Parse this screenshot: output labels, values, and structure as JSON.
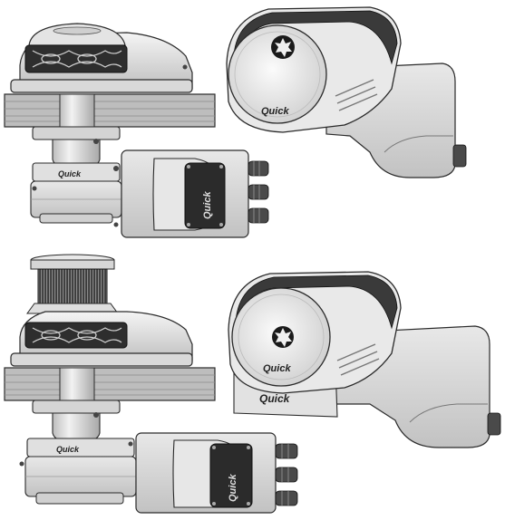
{
  "brand": {
    "logo_text": "Quick",
    "colors": {
      "outline": "#2a2a2a",
      "light_gray": "#e6e6e6",
      "mid_gray": "#cfcfcf",
      "dark_gray": "#9a9a9a",
      "deck": "#bdbdbd",
      "black": "#111111"
    }
  },
  "figures": [
    {
      "view": "side",
      "variant": "without-drum"
    },
    {
      "view": "top",
      "variant": "without-drum"
    },
    {
      "view": "side",
      "variant": "with-drum"
    },
    {
      "view": "top",
      "variant": "with-drum"
    }
  ]
}
